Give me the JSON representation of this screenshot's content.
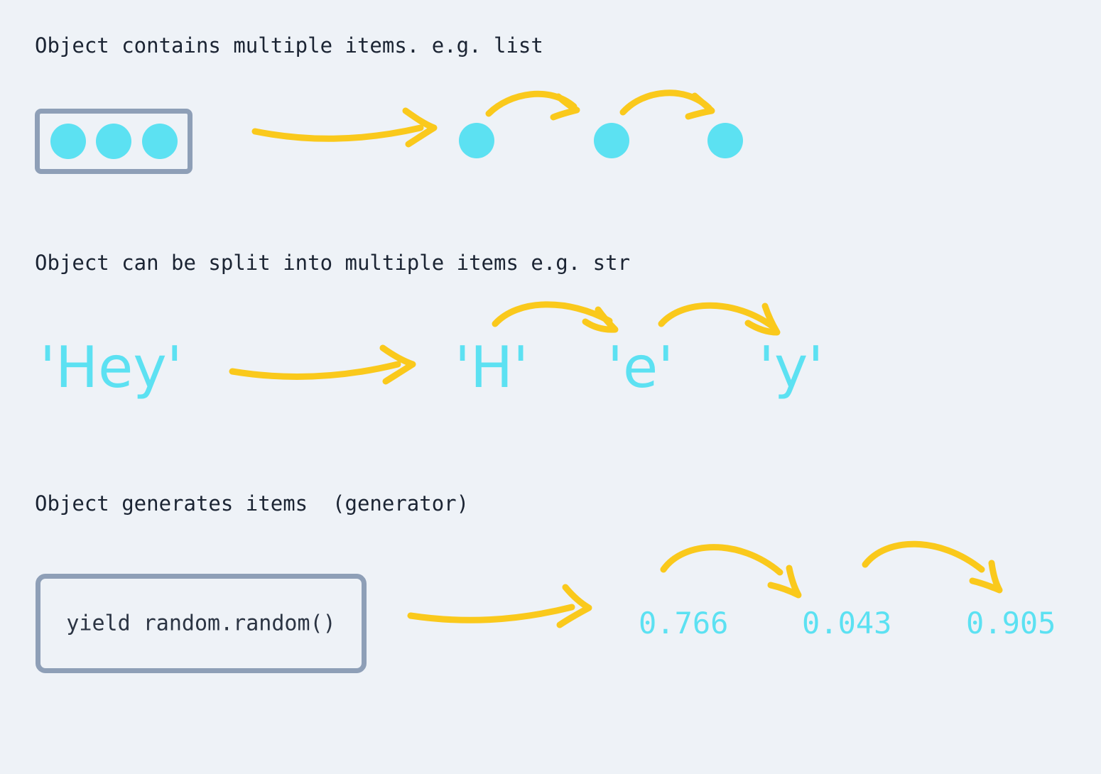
{
  "canvas": {
    "background_color": "#eef2f7",
    "accent_cyan": "#5ce1f2",
    "accent_gold": "#fac91c",
    "box_border_color": "#8e9fb7",
    "heading_color": "#1b2433"
  },
  "sections": {
    "list": {
      "heading": "Object contains multiple items. e.g. list",
      "container_items": [
        "dot",
        "dot",
        "dot"
      ],
      "emitted_items": [
        "dot",
        "dot",
        "dot"
      ]
    },
    "string": {
      "heading": "Object can be split into multiple items e.g. str",
      "source": "'Hey'",
      "chars": [
        "'H'",
        "'e'",
        "'y'"
      ]
    },
    "generator": {
      "heading": "Object generates items  (generator)",
      "code": "yield random.random()",
      "values": [
        "0.766",
        "0.043",
        "0.905"
      ]
    }
  },
  "arrows": {
    "row_list_main": "arrow-curved-right",
    "row_list_hop_1": "arrow-hop",
    "row_list_hop_2": "arrow-hop",
    "row_string_main": "arrow-curved-right",
    "row_string_hop_1": "arrow-hop",
    "row_string_hop_2": "arrow-hop",
    "row_generator_main": "arrow-curved-right",
    "row_generator_hop_1": "arrow-hop",
    "row_generator_hop_2": "arrow-hop"
  }
}
